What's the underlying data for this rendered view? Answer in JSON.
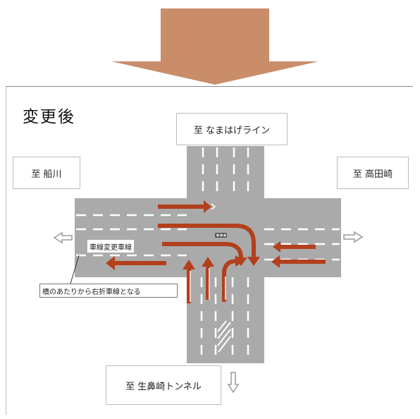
{
  "title": "変更後",
  "destinations": {
    "north": "至 なまはげライン",
    "west": "至 船川",
    "east": "至 高田崎",
    "south": "至 生鼻崎トンネル"
  },
  "notes": {
    "lane_change_label": "車線変更車線",
    "bridge_note": "橋のあたりから右折車線となる"
  },
  "colors": {
    "top_arrow": "#c98d6a",
    "road": "#aaaaaa",
    "traffic_arrow": "#b2401d",
    "road_marking": "#ffffff",
    "outline_arrow": "#999999"
  },
  "icons": [
    "down-arrow-icon",
    "left-outline-arrow-icon",
    "right-outline-arrow-icon",
    "down-outline-arrow-icon",
    "traffic-signal-icon"
  ]
}
